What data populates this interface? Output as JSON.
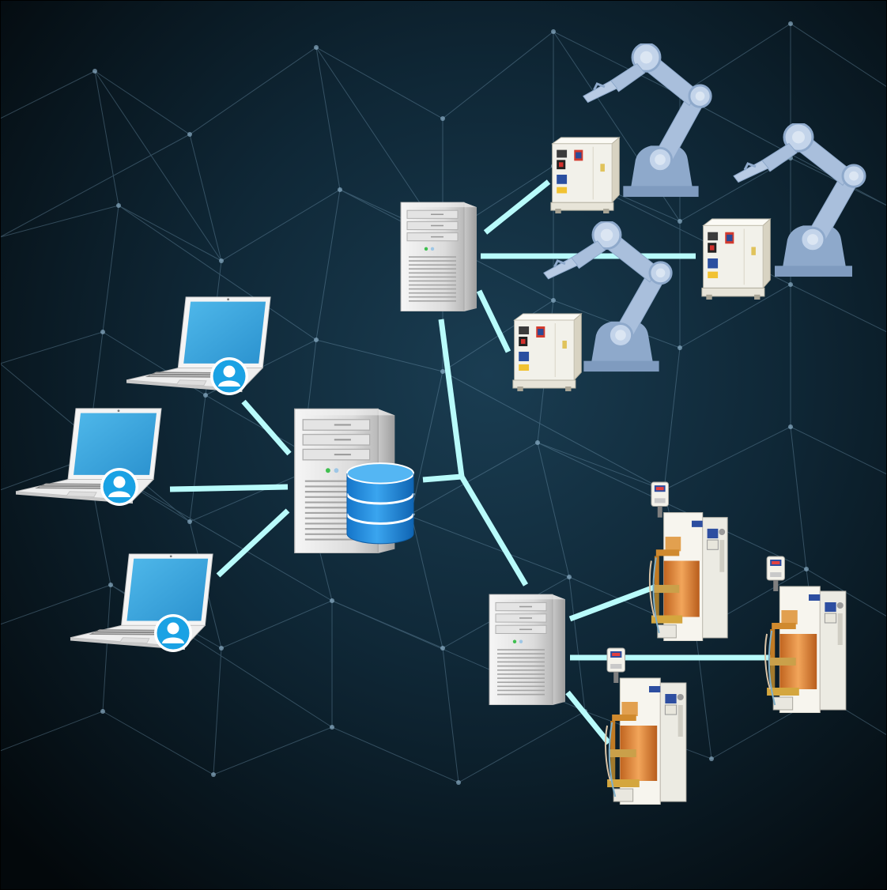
{
  "diagram": {
    "background": {
      "base": "#050a0e",
      "glow": "#163648",
      "mesh": "#7fa6c0"
    },
    "colors": {
      "link": "#b8fbfb",
      "laptop_screen": "#3aa6dd",
      "user_badge": "#1aa2e4",
      "database": "#1d8fe3",
      "robot_arm": "#a9bfdc",
      "robot_base": "#8ea9cb",
      "controller_body": "#f2f1ea",
      "welder_body": "#f7f5ee",
      "welder_copper": "#e08a3a",
      "server_body": "#e8e8e8"
    },
    "nodes": [
      {
        "id": "client-laptop-1",
        "kind": "laptop-with-user-icon"
      },
      {
        "id": "client-laptop-2",
        "kind": "laptop-with-user-icon"
      },
      {
        "id": "client-laptop-3",
        "kind": "laptop-with-user-icon"
      },
      {
        "id": "central-database-server",
        "kind": "server-with-database-icon"
      },
      {
        "id": "robot-cell-server",
        "kind": "server"
      },
      {
        "id": "welder-cell-server",
        "kind": "server"
      },
      {
        "id": "robot-cell-1",
        "kind": "robot-arm-with-controller"
      },
      {
        "id": "robot-cell-2",
        "kind": "robot-arm-with-controller"
      },
      {
        "id": "robot-cell-3",
        "kind": "robot-arm-with-controller"
      },
      {
        "id": "spot-welder-1",
        "kind": "spot-welding-machine"
      },
      {
        "id": "spot-welder-2",
        "kind": "spot-welding-machine"
      },
      {
        "id": "spot-welder-3",
        "kind": "spot-welding-machine"
      }
    ],
    "links": [
      {
        "from": "client-laptop-1",
        "to": "central-database-server"
      },
      {
        "from": "client-laptop-2",
        "to": "central-database-server"
      },
      {
        "from": "client-laptop-3",
        "to": "central-database-server"
      },
      {
        "from": "central-database-server",
        "to": "robot-cell-server"
      },
      {
        "from": "central-database-server",
        "to": "welder-cell-server"
      },
      {
        "from": "robot-cell-server",
        "to": "robot-cell-1"
      },
      {
        "from": "robot-cell-server",
        "to": "robot-cell-2"
      },
      {
        "from": "robot-cell-server",
        "to": "robot-cell-3"
      },
      {
        "from": "welder-cell-server",
        "to": "spot-welder-1"
      },
      {
        "from": "welder-cell-server",
        "to": "spot-welder-2"
      },
      {
        "from": "welder-cell-server",
        "to": "spot-welder-3"
      }
    ]
  }
}
